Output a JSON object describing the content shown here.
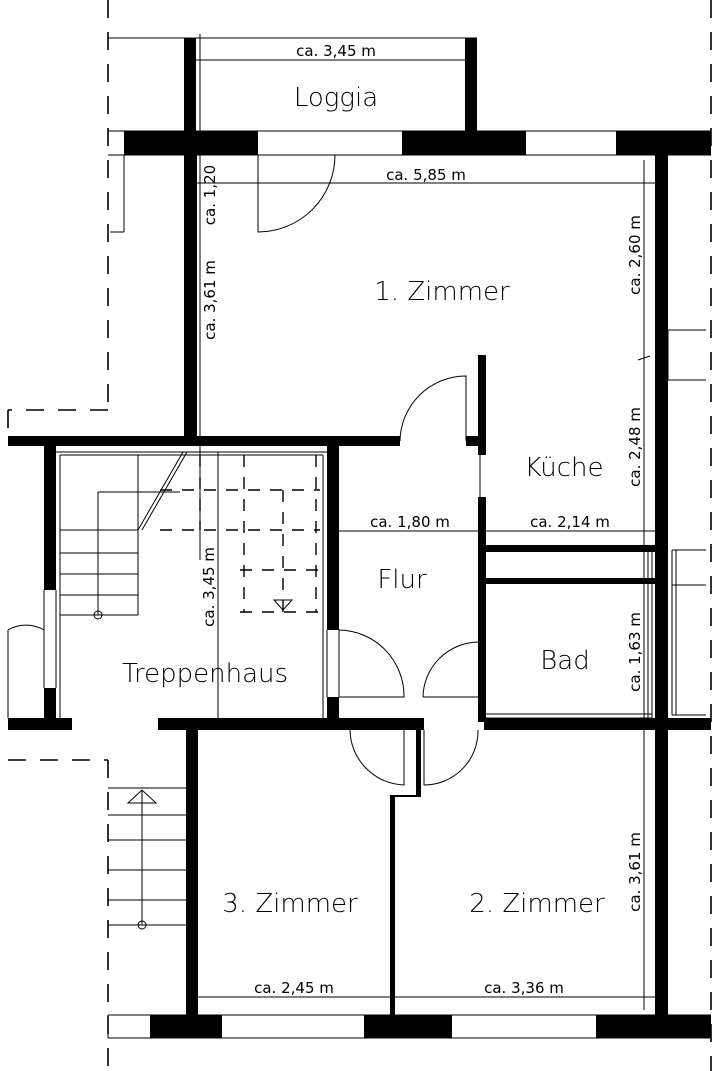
{
  "rooms": {
    "loggia": "Loggia",
    "zimmer1": "1. Zimmer",
    "kueche": "Küche",
    "flur": "Flur",
    "bad": "Bad",
    "treppenhaus": "Treppenhaus",
    "zimmer2": "2. Zimmer",
    "zimmer3": "3. Zimmer"
  },
  "dimensions": {
    "loggia_width": "ca. 3,45 m",
    "zimmer1_width": "ca. 5,85 m",
    "zimmer1_depth": "ca. 3,61 m",
    "loggia_depth": "ca. 1,20",
    "right_upper": "ca. 2,60 m",
    "kueche_depth": "ca. 2,48 m",
    "flur_width": "ca. 1,80 m",
    "kueche_width": "ca. 2,14 m",
    "treppenhaus_depth": "ca. 3,45 m",
    "bad_depth": "ca. 1,63 m",
    "zimmer2_depth": "ca. 3,61 m",
    "zimmer3_width": "ca. 2,45 m",
    "zimmer2_width": "ca. 3,36 m"
  }
}
